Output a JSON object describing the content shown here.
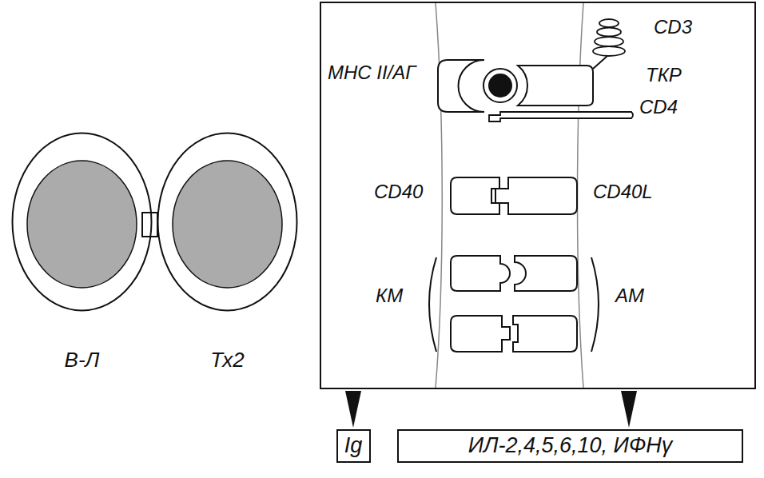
{
  "diagram": {
    "nodes": [
      {
        "text": [
          "В-Л"
        ]
      },
      {
        "text": [
          "Тх2"
        ]
      },
      {
        "text": [
          "МНС II/АГ",
          "CD3",
          "ТКР",
          "CD4",
          "CD40",
          "CD40L",
          "КМ",
          "АМ"
        ]
      },
      {
        "text": [
          "Ig"
        ]
      },
      {
        "text": [
          "ИЛ-2,4,5,6,10, ИФНγ"
        ]
      }
    ],
    "edges": [
      {
        "from": 2,
        "to": 3,
        "arrow": "to"
      },
      {
        "from": 2,
        "to": 4,
        "arrow": "to"
      }
    ]
  }
}
